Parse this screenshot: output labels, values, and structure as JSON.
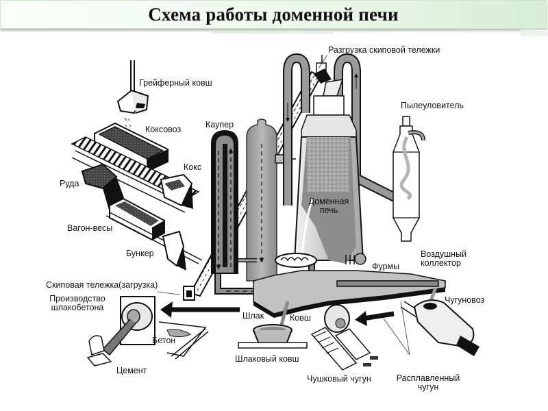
{
  "slide": {
    "title": "Схема работы доменной печи"
  },
  "diagram": {
    "labels": {
      "grab_bucket": "Грейферный ковш",
      "skip_unloading": "Разгрузка скиповой тележки",
      "coke_car": "Коксовоз",
      "cowper": "Каупер",
      "dust_catcher": "Пылеуловитель",
      "coke": "Кокс",
      "ore": "Руда",
      "blast_furnace_line1": "Доменная",
      "blast_furnace_line2": "печь",
      "scale_car": "Вагон-весы",
      "bunker": "Бункер",
      "air_collector_line1": "Воздушный",
      "air_collector_line2": "коллектор",
      "tuyeres": "Фурмы",
      "skip_car_loading": "Скиповая тележка(загрузка)",
      "slag_concrete_line1": "Производство",
      "slag_concrete_line2": "шлакобетона",
      "hot_metal_car": "Чугуновоз",
      "slag": "Шлак",
      "ladle": "Ковш",
      "concrete": "Бетон",
      "slag_ladle": "Шлаковый ковш",
      "cement": "Цемент",
      "pig_iron": "Чушковый чугун",
      "molten_iron_line1": "Расплавленный",
      "molten_iron_line2": "чугун"
    }
  }
}
